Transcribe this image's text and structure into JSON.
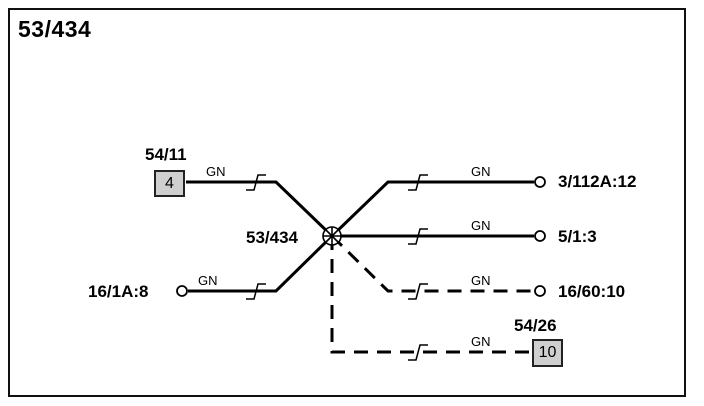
{
  "title": "53/434",
  "splice": {
    "label": "53/434"
  },
  "connectors": [
    {
      "id": "54/11",
      "pin": "4"
    },
    {
      "id": "54/26",
      "pin": "10"
    }
  ],
  "terminals": [
    {
      "label": "3/112A:12"
    },
    {
      "label": "5/1:3"
    },
    {
      "label": "16/60:10"
    },
    {
      "label": "16/1A:8"
    }
  ],
  "wire_colors": {
    "w1": "GN",
    "w2": "GN",
    "w3": "GN",
    "w4": "GN",
    "w5": "GN",
    "w6": "GN"
  }
}
